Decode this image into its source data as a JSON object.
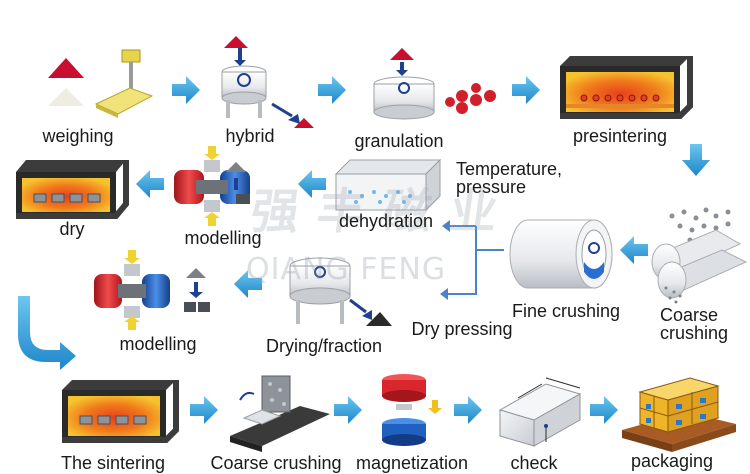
{
  "watermark": {
    "chinese": "强丰磁业",
    "english": "QIANG FENG"
  },
  "steps": {
    "weighing": "weighing",
    "hybrid": "hybrid",
    "granulation": "granulation",
    "presintering": "presintering",
    "coarse_crushing_1": "Coarse crushing",
    "fine_crushing": "Fine crushing",
    "dry_pressing": "Dry pressing",
    "temperature_pressure": "Temperature, pressure",
    "dehydration": "dehydration",
    "modelling_top": "modelling",
    "dry": "dry",
    "modelling_bottom": "modelling",
    "drying_fraction": "Drying/fraction",
    "sintering": "The sintering",
    "coarse_crushing_2": "Coarse crushing",
    "magnetization": "magnetization",
    "check": "check",
    "packaging": "packaging"
  },
  "icons": {
    "process_arrow": "right-arrow-icon",
    "furnace": "furnace-icon",
    "mill": "drum-mill-icon",
    "press": "mold-press-icon",
    "scale": "weighing-scale-icon",
    "magnet": "magnet-disc-icon",
    "pallet": "pallet-icon"
  },
  "colors": {
    "arrow": "#2f9fdc",
    "arrow_dark": "#1c6fae",
    "furnace_heat": "#f2a51b",
    "furnace_core": "#e8401c",
    "powder_red": "#c8102e",
    "magnet_red": "#d9272e",
    "magnet_blue": "#2060c0",
    "pallet": "#8b4a1c",
    "box": "#f0b429",
    "flow_line": "#4a84c4"
  }
}
